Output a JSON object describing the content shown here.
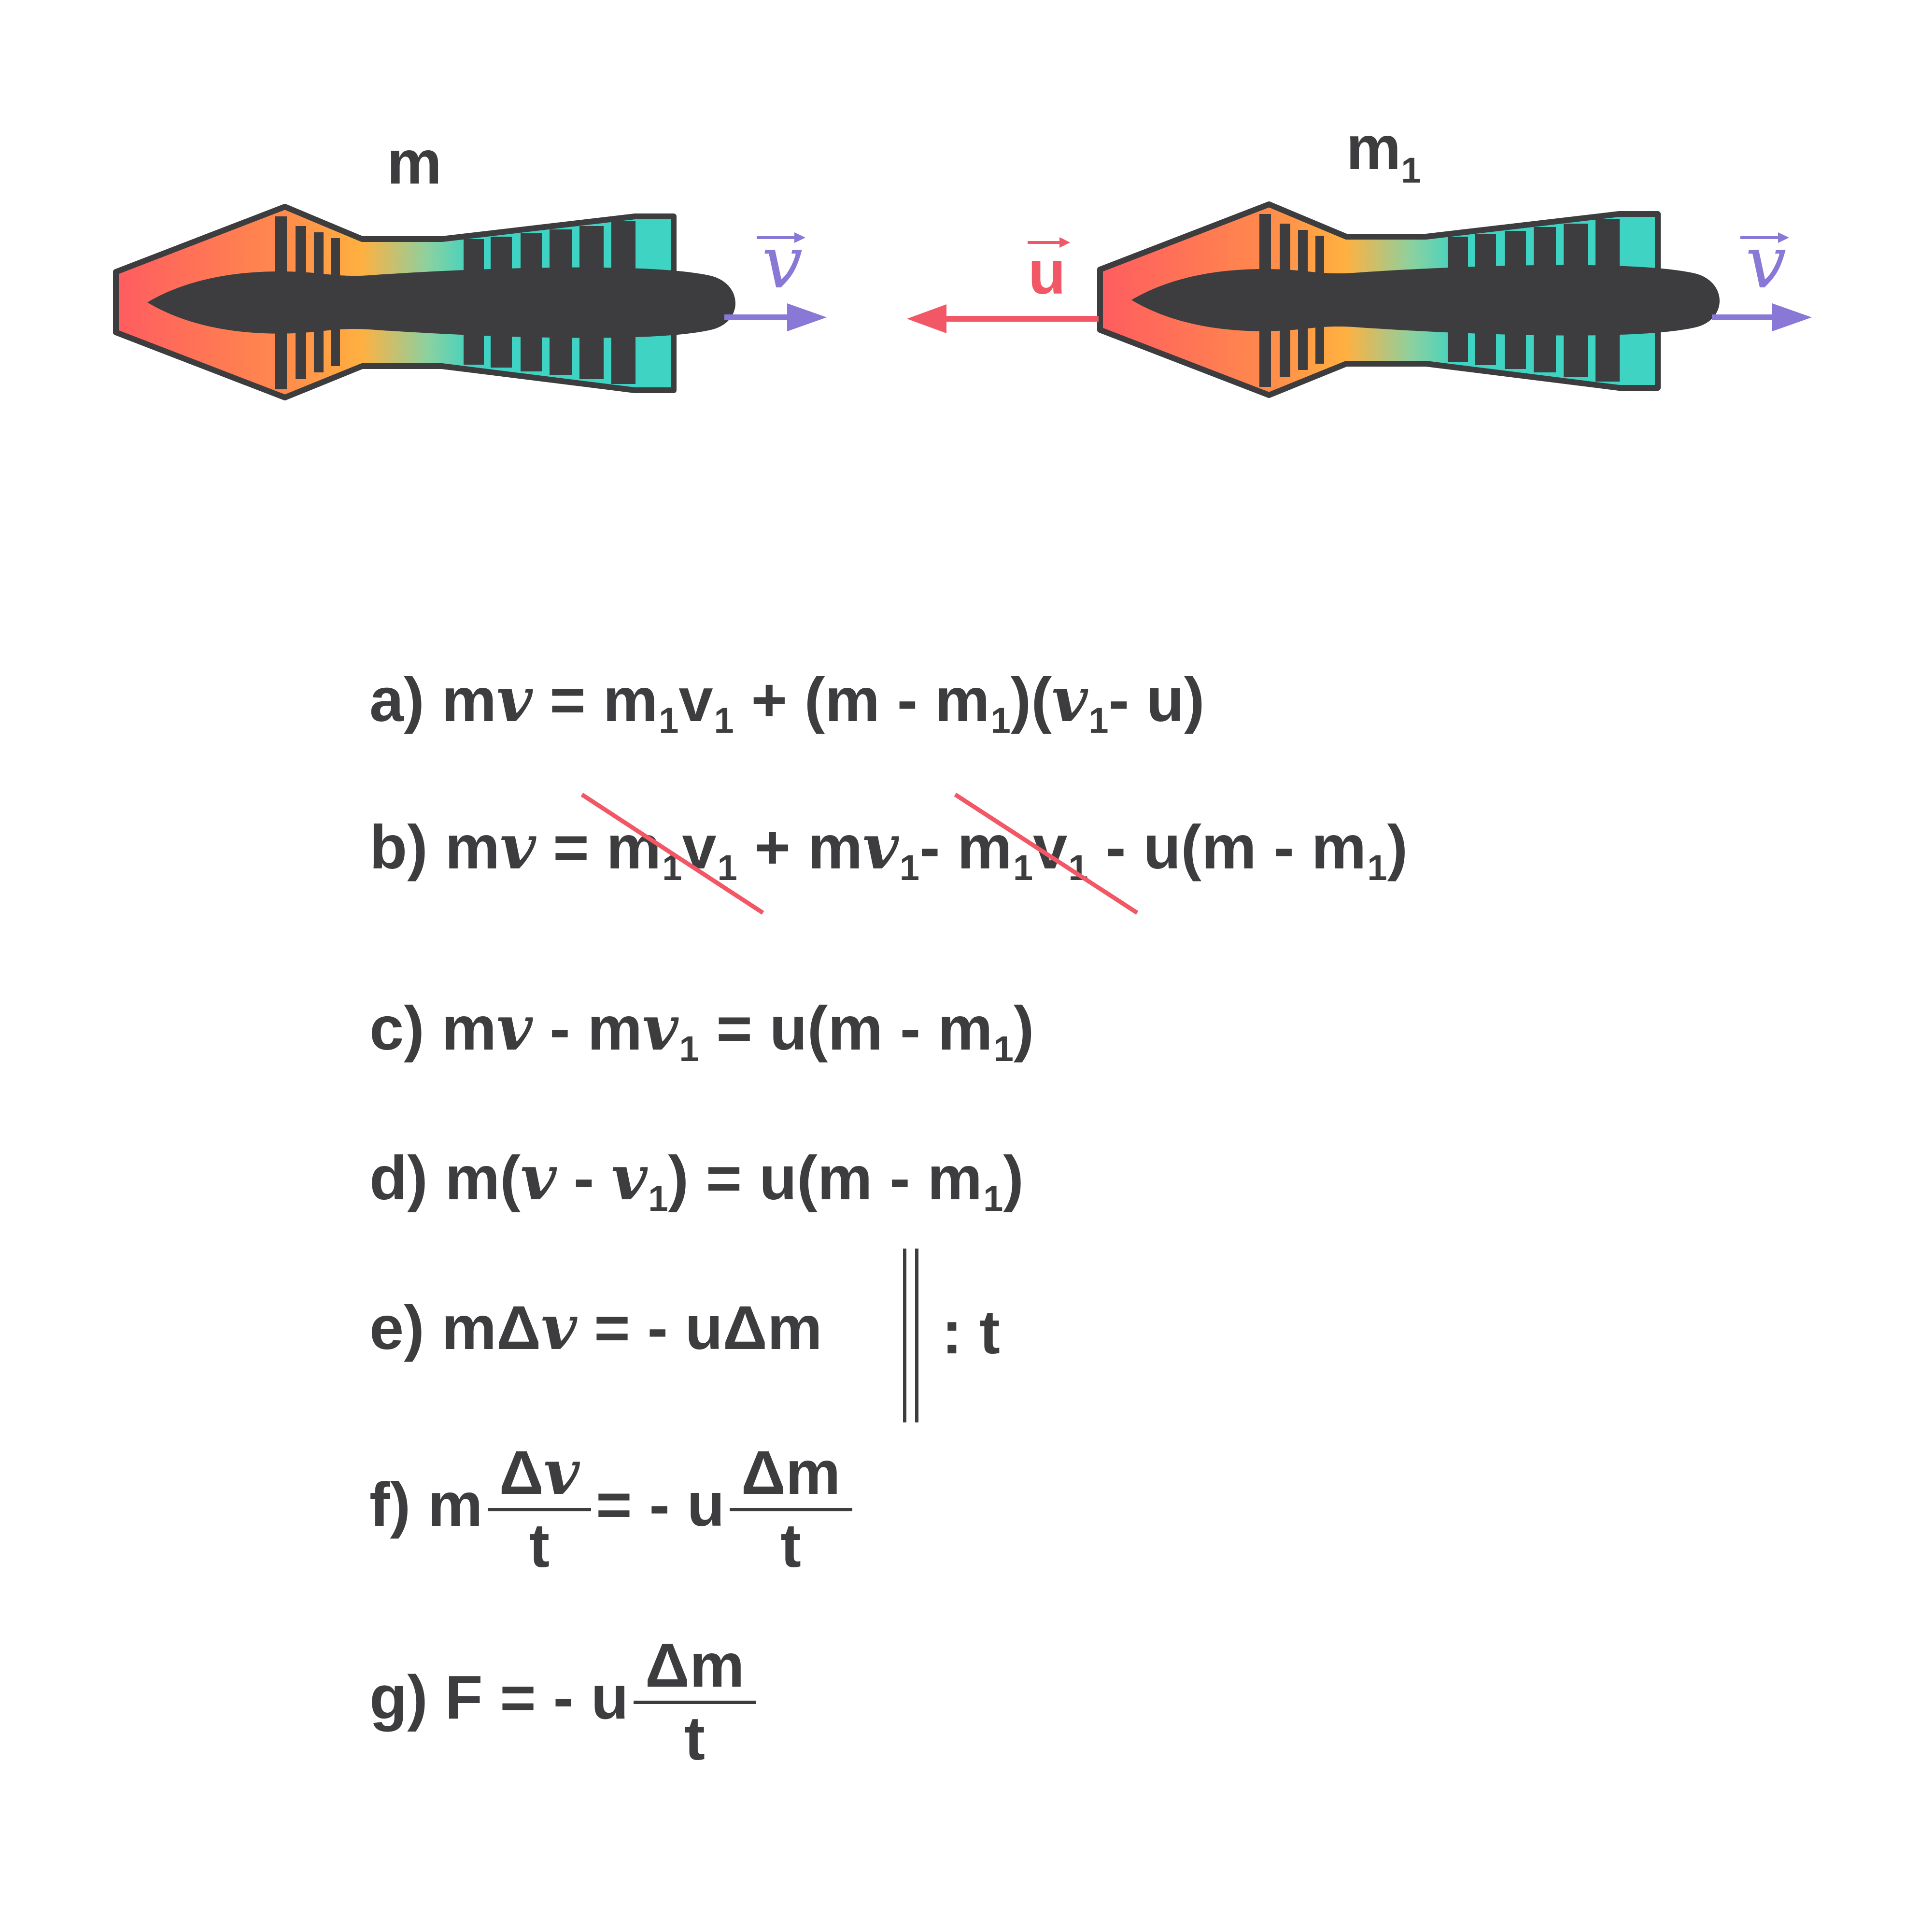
{
  "colors": {
    "ink": "#3d3d3f",
    "nozzle_red": "#ff5c60",
    "nozzle_orange": "#ffb040",
    "body_teal": "#3ed3c2",
    "velocity_arrow": "#8a78d6",
    "exhaust_arrow": "#f25765",
    "strike_line": "#f25765"
  },
  "diagram": {
    "engine_before_label": "m",
    "engine_after_label": "m",
    "engine_after_label_sub": "1",
    "velocity_label": "v",
    "exhaust_label": "u"
  },
  "equations": {
    "a": {
      "prefix": "a)"
    },
    "b": {
      "prefix": "b)"
    },
    "c": {
      "prefix": "c)"
    },
    "d": {
      "prefix": "d)"
    },
    "e": {
      "prefix": "e)",
      "divide_note": ": t"
    },
    "f": {
      "prefix": "f)"
    },
    "g": {
      "prefix": "g)"
    }
  }
}
